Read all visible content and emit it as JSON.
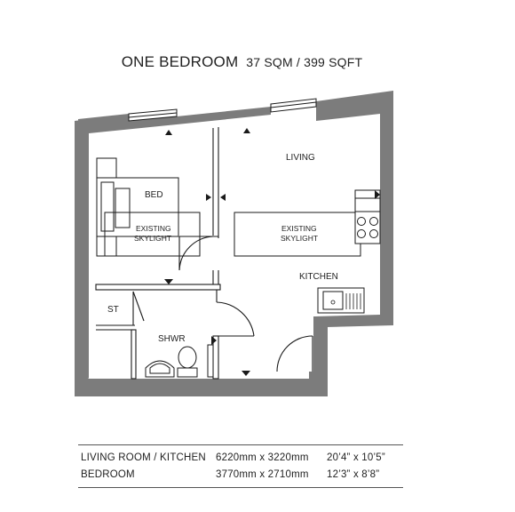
{
  "title": {
    "main": "ONE BEDROOM",
    "area": "37 SQM / 399 SQFT"
  },
  "rooms": {
    "living": "LIVING",
    "bed": "BED",
    "kitchen": "KITCHEN",
    "st": "ST",
    "shwr": "SHWR"
  },
  "skylights": {
    "left": {
      "line1": "EXISTING",
      "line2": "SKYLIGHT"
    },
    "right": {
      "line1": "EXISTING",
      "line2": "SKYLIGHT"
    }
  },
  "dimensions": [
    {
      "room": "LIVING ROOM / KITCHEN",
      "metric": "6220mm x 3220mm",
      "imperial": "20’4” x 10’5”"
    },
    {
      "room": "BEDROOM",
      "metric": "3770mm x 2710mm",
      "imperial": "12’3” x 8’8”"
    }
  ],
  "colors": {
    "wall": "#7c7c7c",
    "line": "#1a1a1a"
  }
}
